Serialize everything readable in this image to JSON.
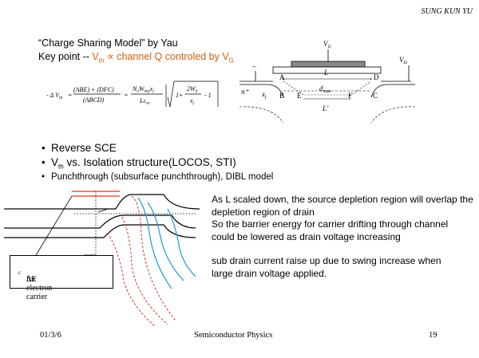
{
  "header": {
    "author": "SUNG KUN YU"
  },
  "title": {
    "text": "“Charge Sharing Model” by Yau"
  },
  "key_point": {
    "prefix": "Key point -- ",
    "v1": "V",
    "v1_sub": "th",
    "middle": " ∝ channel Q controled by ",
    "v2": "V",
    "v2_sub": "G"
  },
  "formula": {
    "lhs": "- Δ V",
    "lhs_sub": "th",
    "eq1": "=",
    "num1": "(ABE) + (DFC)",
    "den1": "(ABCD)",
    "eq2": "=",
    "num2": "N",
    "num2_sub": "a",
    "num2_b": "W",
    "num2_b_sub": "dep",
    "num2_c": "x",
    "num2_c_sub": "j",
    "den2": "Lc",
    "den2_sub": "ox",
    "root_one": "1+",
    "root_num": "2W",
    "root_num_sub": "d",
    "root_den": "x",
    "root_den_sub": "j",
    "root_minus": "- 1"
  },
  "device": {
    "vg": "V",
    "vg_sub": "G",
    "vd": "V",
    "vd_sub": "D",
    "L": "L",
    "dmax": "d",
    "dmax_sub": "max",
    "Lprime": "L’",
    "n_plus": "n⁺",
    "xj": "x",
    "xj_sub": "j",
    "A": "A",
    "B": "B",
    "C": "C",
    "D": "D",
    "E": "E",
    "F": "F",
    "minus": "–"
  },
  "bullets": {
    "b1": "Reverse SCE",
    "b2_v": "V",
    "b2_sub": "th",
    "b2_rest": " vs. Isolation structure(LOCOS, STI)",
    "b3": "Punchthrough (subsurface punchthrough), DIBL model",
    "dot": "•"
  },
  "band_diagram": {
    "callout_delta": "ΔE",
    "callout_sub": "c",
    "callout_rest": " for electron carrier",
    "colors": {
      "red": "#e0301c",
      "blue": "#1e9ad6",
      "black": "#000000",
      "red_dashed": "#d0402a"
    }
  },
  "explanation": {
    "p1": "As L scaled down, the source depletion region will overlap the depletion region of drain",
    "p2": "So the barrier energy for carrier drifting through channel",
    "p3": "could be lowered as drain voltage increasing",
    "p4": "sub drain current raise up due to swing increase when",
    "p5": "large drain voltage  applied."
  },
  "footer": {
    "date": "01/3/6",
    "course": "Semiconductor Physics",
    "page": "19"
  },
  "colors": {
    "orange": "#d06010",
    "gate_fill": "#8a8a8a"
  }
}
